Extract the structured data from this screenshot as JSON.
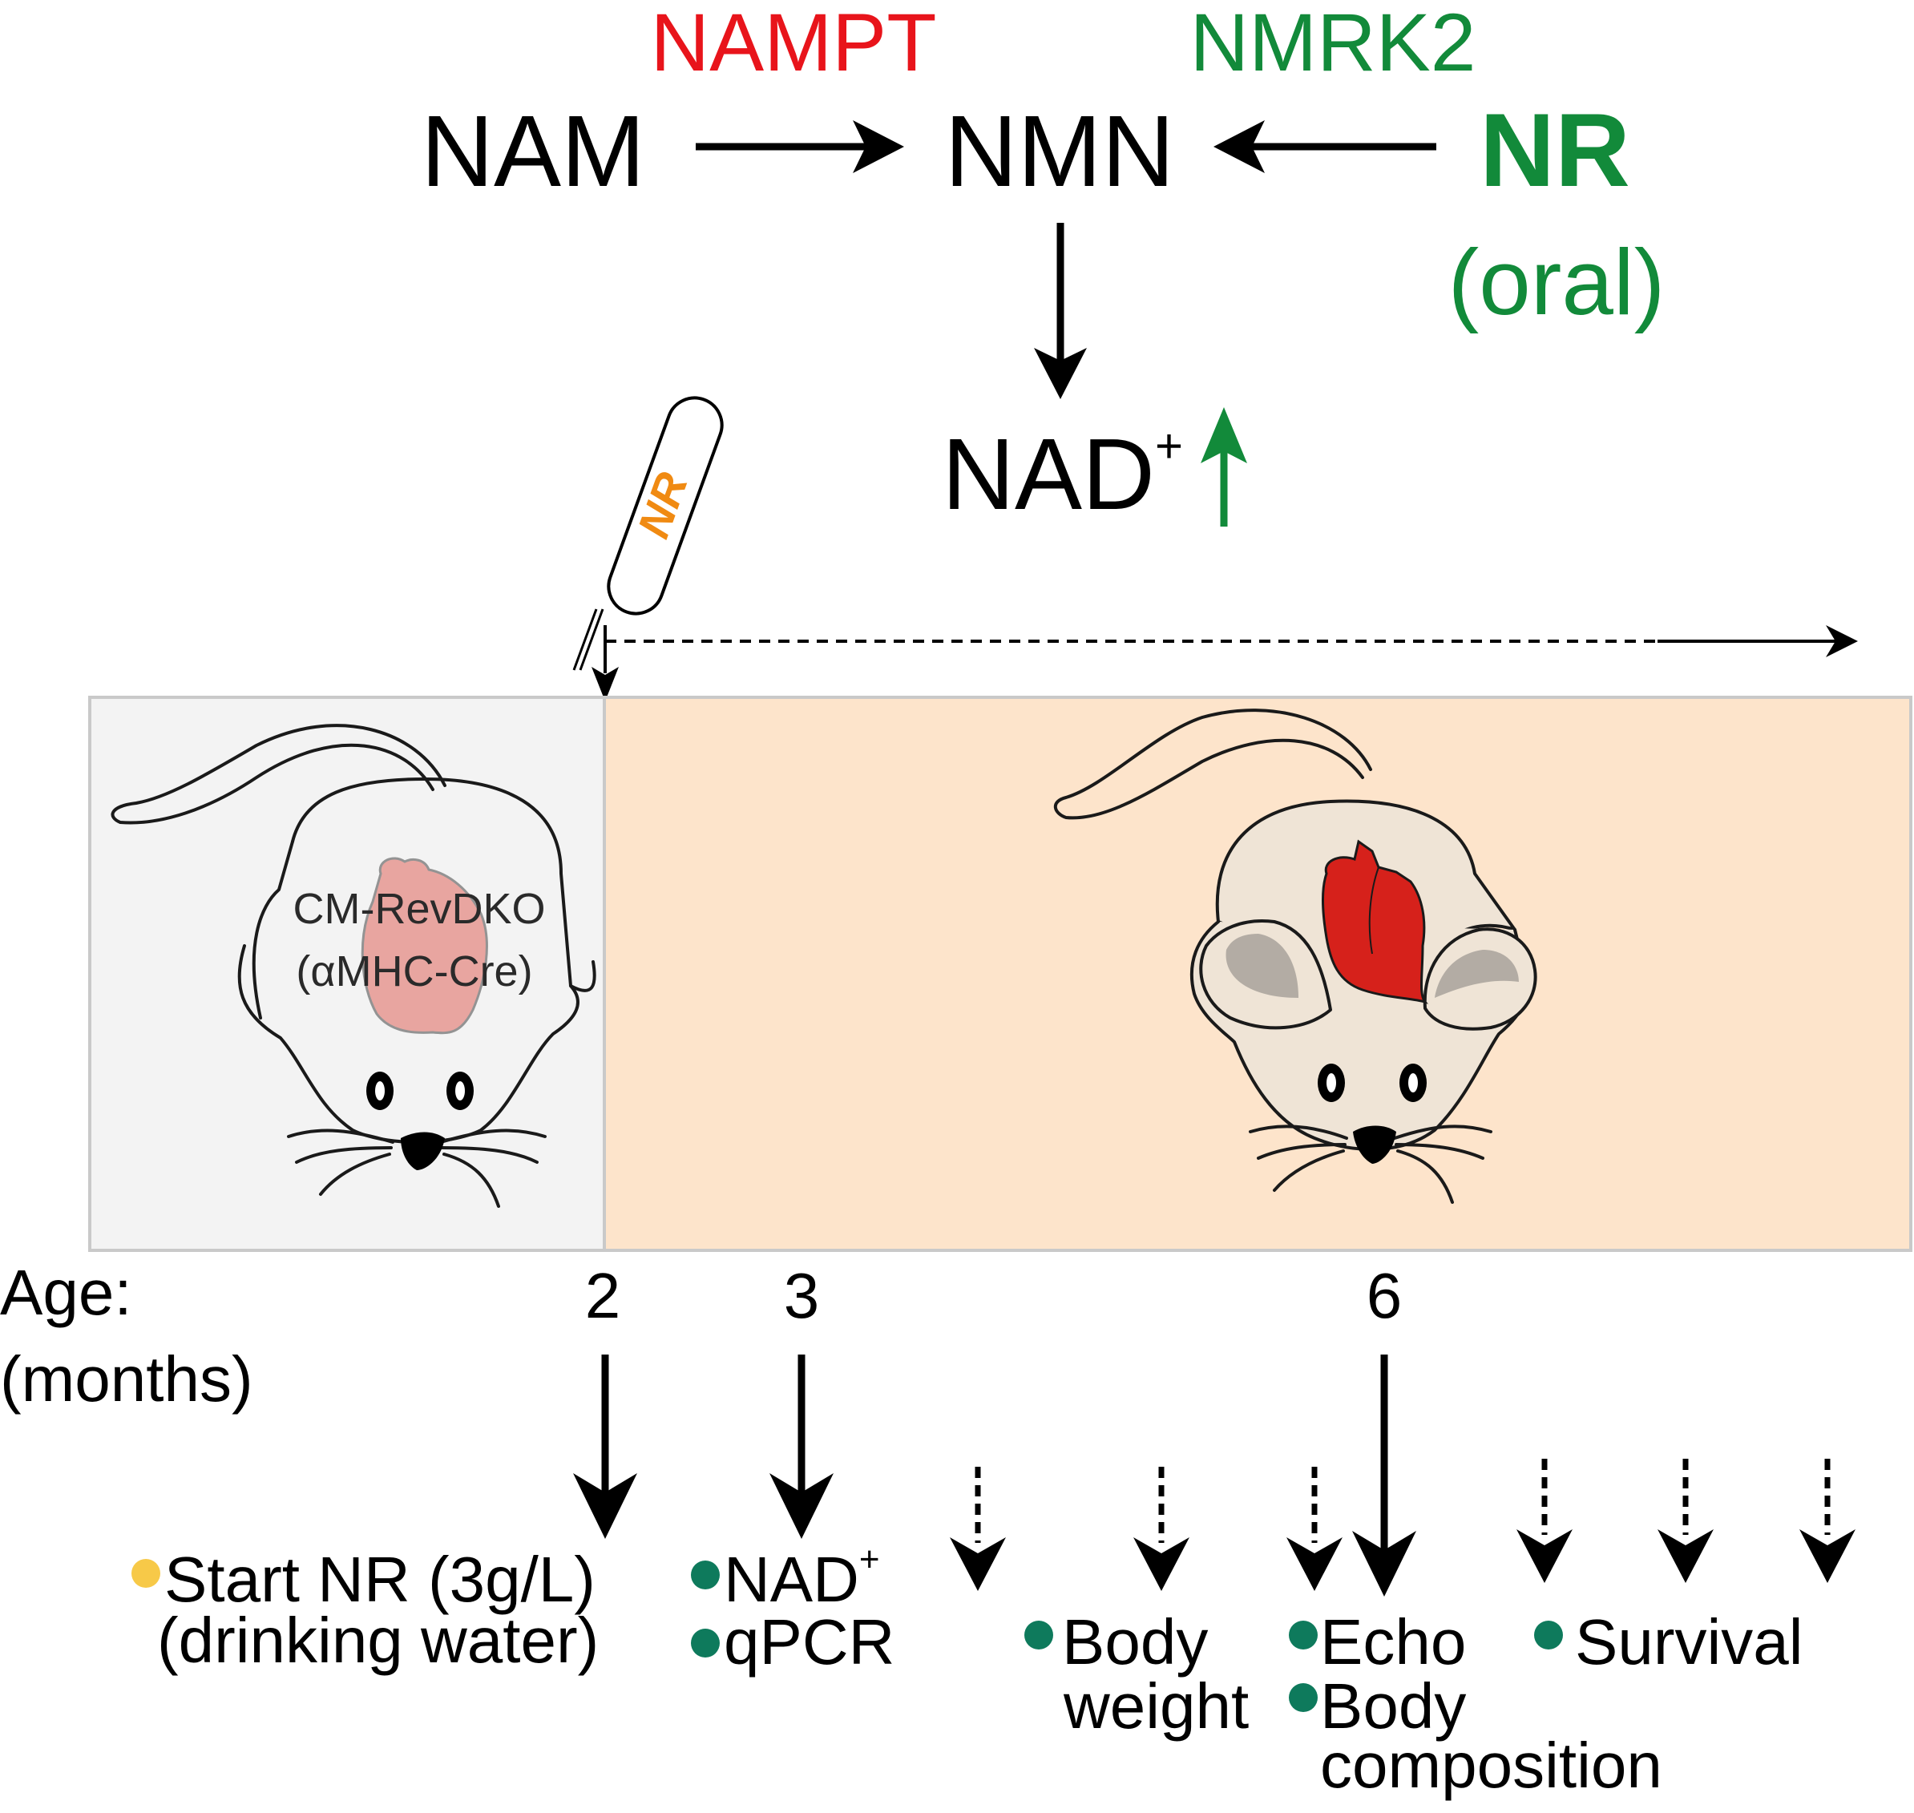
{
  "pathway": {
    "nam": "NAM",
    "nmn": "NMN",
    "nr": "NR",
    "nr_route": "(oral)",
    "nampt": "NAMPT",
    "nmrk2": "NMRK2",
    "nad": "NAD",
    "nad_sup": "+"
  },
  "bottle_label": "NR",
  "mouse_left": {
    "line1": "CM-RevDKO",
    "line2": "(αMHC-Cre)"
  },
  "axis": {
    "age_label": "Age:",
    "unit_label": "(months)",
    "ticks": [
      "2",
      "3",
      "6"
    ]
  },
  "timeline": {
    "start_line1": "Start NR (3g/L)",
    "start_line2": "(drinking water)",
    "nad": "NAD",
    "nad_sup": "+",
    "qpcr": "qPCR",
    "body_weight_1": "Body",
    "body_weight_2": "weight",
    "echo": "Echo",
    "body_comp_1": "Body",
    "body_comp_2": "composition",
    "survival": "Survival"
  },
  "colors": {
    "nampt": "#e8141b",
    "green": "#128a3a",
    "bottle_label": "#f08a12",
    "bullet_yellow": "#f7c948",
    "bullet_green": "#0e7a5c",
    "left_panel_bg": "#f3f3f3",
    "right_panel_bg": "#fde4cb",
    "heart_light": "#e8a19c",
    "heart_red": "#d6211b",
    "ear_inner": "#b3aca4",
    "ear_outer": "#efe4d6"
  },
  "icons": [
    "pipette-bottle-icon",
    "mouse-icon",
    "heart-icon",
    "down-arrow-icon",
    "green-up-arrow-icon"
  ]
}
